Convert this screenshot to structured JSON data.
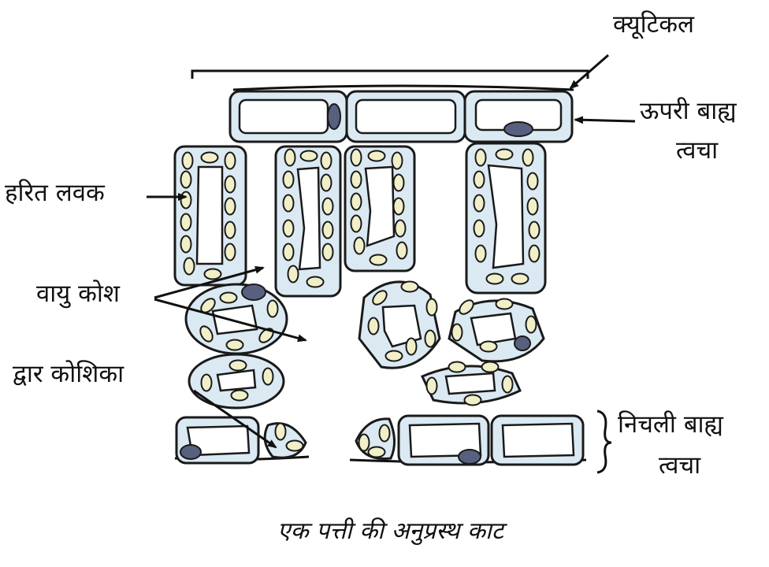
{
  "labels": {
    "cuticle": "क्यूटिकल",
    "upper_epidermis_line1": "ऊपरी बाह्य",
    "upper_epidermis_line2": "त्वचा",
    "chloroplast": "हरित लवक",
    "air_space": "वायु कोश",
    "guard_cell": "द्वार कोशिका",
    "lower_epidermis_line1": "निचली बाह्य",
    "lower_epidermis_line2": "त्वचा",
    "caption": "एक पत्ती की अनुप्रस्थ काट"
  },
  "colors": {
    "cell_fill": "#dbe9f3",
    "cell_outline": "#1a1a1a",
    "vacuole_fill": "#ffffff",
    "chloroplast_fill": "#f1efc8",
    "nucleus_fill": "#57607f"
  }
}
